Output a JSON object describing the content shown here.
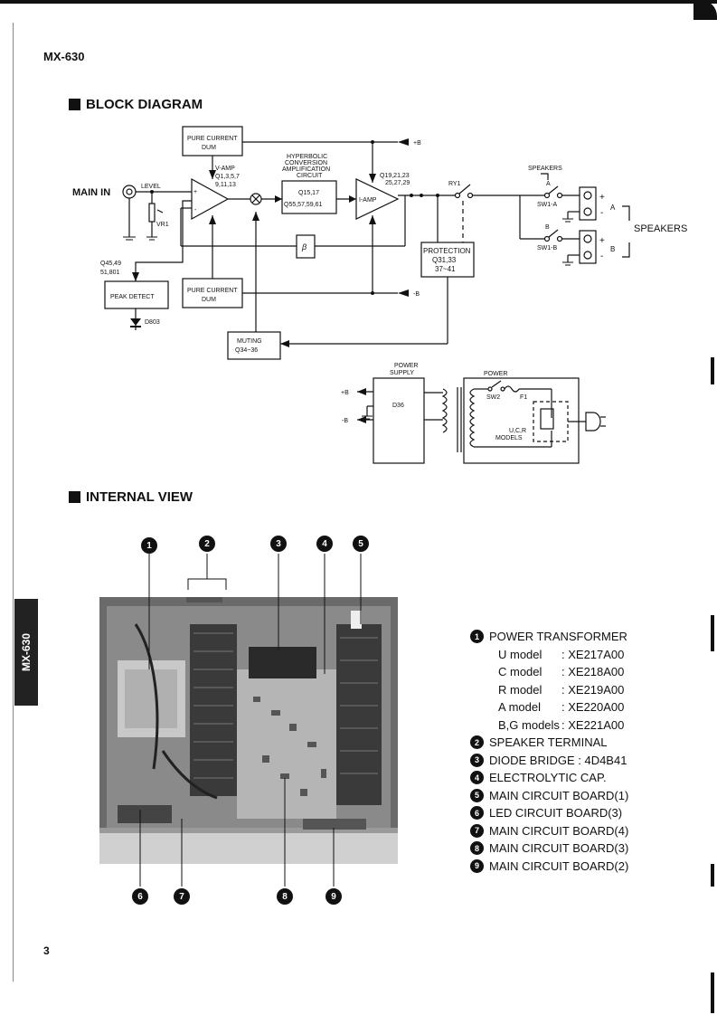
{
  "header": {
    "model": "MX-630"
  },
  "side_tab": "MX-630",
  "page_number": "3",
  "sections": {
    "block_diagram": "BLOCK DIAGRAM",
    "internal_view": "INTERNAL VIEW"
  },
  "diagram": {
    "main_in": "MAIN IN",
    "level": "LEVEL",
    "vr1": "VR1",
    "pure_current_1": "PURE CURRENT",
    "dum_1": "DUM",
    "pure_current_2": "PURE CURRENT",
    "dum_2": "DUM",
    "vamp_1": "V-AMP",
    "vamp_2": "Q1,3,5,7",
    "vamp_3": "9,11,13",
    "hyper_1": "HYPERBOLIC",
    "hyper_2": "CONVERSION",
    "hyper_3": "AMPLIFICATION",
    "hyper_4": "CIRCUIT",
    "q15": "Q15,17",
    "q55": "Q55,57,59,61",
    "iamp": "I-AMP",
    "q19_1": "Q19,21,23",
    "q19_2": "25,27,29",
    "plus_b": "+B",
    "minus_b": "-B",
    "ry1": "RY1",
    "speakers_top": "SPEAKERS",
    "speakers_right": "SPEAKERS",
    "spk_a": "A",
    "spk_b": "B",
    "sw1a": "SW1-A",
    "sw1b": "SW1-B",
    "plus": "+",
    "minus": "-",
    "beta": "β",
    "protection_1": "PROTECTION",
    "protection_2": "Q31,33",
    "protection_3": "37~41",
    "q45_1": "Q45,49",
    "q45_2": "51,801",
    "peak_detect": "PEAK DETECT",
    "d803": "D803",
    "muting_1": "MUTING",
    "muting_2": "Q34~36",
    "power_supply_1": "POWER",
    "power_supply_2": "SUPPLY",
    "d36": "D36",
    "power": "POWER",
    "sw2": "SW2",
    "f1": "F1",
    "ucr_1": "U,C,R",
    "ucr_2": "MODELS"
  },
  "legend": [
    {
      "num": "1",
      "label": "POWER TRANSFORMER"
    },
    {
      "num": "2",
      "label": "SPEAKER TERMINAL"
    },
    {
      "num": "3",
      "label": "DIODE BRIDGE : 4D4B41"
    },
    {
      "num": "4",
      "label": "ELECTROLYTIC CAP."
    },
    {
      "num": "5",
      "label": "MAIN CIRCUIT BOARD(1)"
    },
    {
      "num": "6",
      "label": "LED CIRCUIT BOARD(3)"
    },
    {
      "num": "7",
      "label": "MAIN CIRCUIT BOARD(4)"
    },
    {
      "num": "8",
      "label": "MAIN CIRCUIT BOARD(3)"
    },
    {
      "num": "9",
      "label": "MAIN CIRCUIT BOARD(2)"
    }
  ],
  "transformer_models": [
    {
      "model": "U model",
      "part": ": XE217A00"
    },
    {
      "model": "C model",
      "part": ": XE218A00"
    },
    {
      "model": "R model",
      "part": ": XE219A00"
    },
    {
      "model": "A model",
      "part": ": XE220A00"
    },
    {
      "model": "B,G models",
      "part": ": XE221A00"
    }
  ],
  "callouts": [
    "1",
    "2",
    "3",
    "4",
    "5",
    "6",
    "7",
    "8",
    "9"
  ]
}
